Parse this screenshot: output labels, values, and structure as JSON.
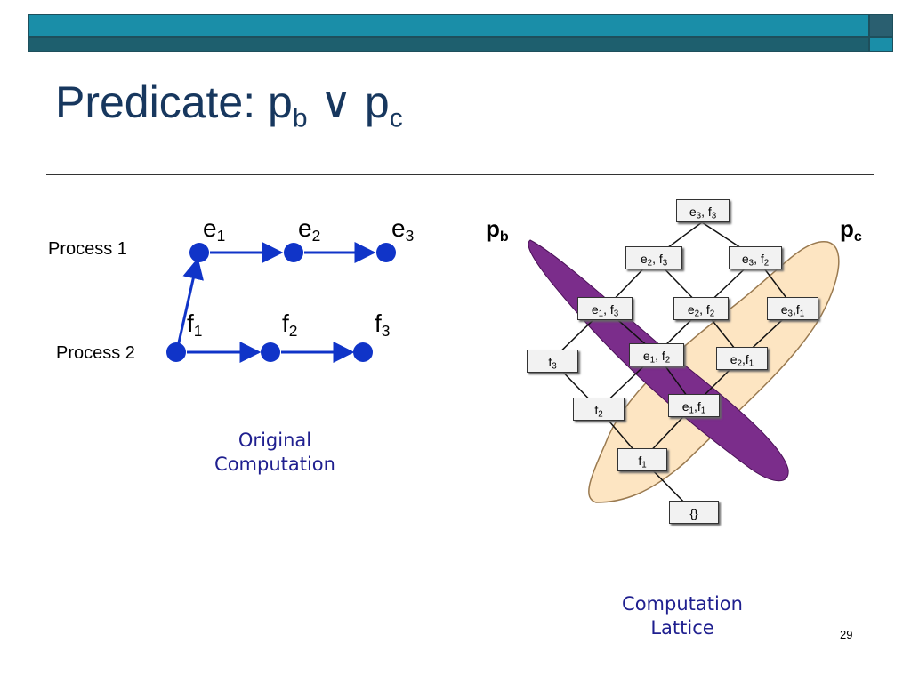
{
  "title": {
    "text": "Predicate: p",
    "sub1": "b",
    "op": " ∨ p",
    "sub2": "c"
  },
  "processes": {
    "p1": "Process 1",
    "p2": "Process 2"
  },
  "events": [
    {
      "base": "e",
      "sub": "1"
    },
    {
      "base": "e",
      "sub": "2"
    },
    {
      "base": "e",
      "sub": "3"
    },
    {
      "base": "f",
      "sub": "1"
    },
    {
      "base": "f",
      "sub": "2"
    },
    {
      "base": "f",
      "sub": "3"
    }
  ],
  "captions": {
    "original": [
      "Original",
      "Computation"
    ],
    "lattice": [
      "Computation",
      "Lattice"
    ]
  },
  "predicates": {
    "pb": {
      "base": "p",
      "sub": "b"
    },
    "pc": {
      "base": "p",
      "sub": "c"
    }
  },
  "lattice_nodes": [
    {
      "id": "e3f3",
      "parts": [
        {
          "t": "e",
          "s": "3"
        },
        {
          "t": ", f",
          "s": "3"
        }
      ]
    },
    {
      "id": "e2f3",
      "parts": [
        {
          "t": "e",
          "s": "2"
        },
        {
          "t": ", f",
          "s": "3"
        }
      ]
    },
    {
      "id": "e3f2",
      "parts": [
        {
          "t": "e",
          "s": "3"
        },
        {
          "t": ", f",
          "s": "2"
        }
      ]
    },
    {
      "id": "e1f3",
      "parts": [
        {
          "t": "e",
          "s": "1"
        },
        {
          "t": ", f",
          "s": "3"
        }
      ]
    },
    {
      "id": "e2f2",
      "parts": [
        {
          "t": "e",
          "s": "2"
        },
        {
          "t": ", f",
          "s": "2"
        }
      ]
    },
    {
      "id": "e3f1",
      "parts": [
        {
          "t": "e",
          "s": "3"
        },
        {
          "t": ",f",
          "s": "1"
        }
      ]
    },
    {
      "id": "f3",
      "parts": [
        {
          "t": "f",
          "s": "3"
        }
      ]
    },
    {
      "id": "e1f2",
      "parts": [
        {
          "t": "e",
          "s": "1"
        },
        {
          "t": ", f",
          "s": "2"
        }
      ]
    },
    {
      "id": "e2f1",
      "parts": [
        {
          "t": "e",
          "s": "2"
        },
        {
          "t": ",f",
          "s": "1"
        }
      ]
    },
    {
      "id": "f2",
      "parts": [
        {
          "t": "f",
          "s": "2"
        }
      ]
    },
    {
      "id": "e1f1",
      "parts": [
        {
          "t": "e",
          "s": "1"
        },
        {
          "t": ",f",
          "s": "1"
        }
      ]
    },
    {
      "id": "f1",
      "parts": [
        {
          "t": "f",
          "s": "1"
        }
      ]
    },
    {
      "id": "empty",
      "parts": [
        {
          "t": "{}",
          "s": ""
        }
      ]
    }
  ],
  "colors": {
    "pb_fill": "#7b2d8b",
    "pc_fill": "#fde5c2",
    "pc_stroke": "#9a7a50",
    "event_blue": "#1034c8",
    "header_teal": "#1a8ea8",
    "title_navy": "#17375e"
  },
  "slide_number": "29"
}
